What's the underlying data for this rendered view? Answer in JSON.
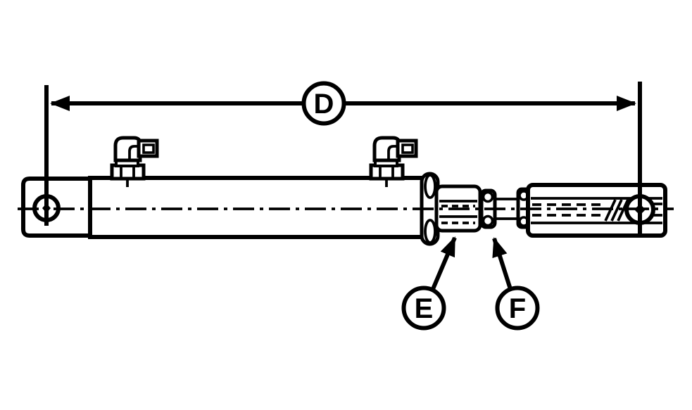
{
  "diagram": {
    "background_color": "#ffffff",
    "line_color": "#000000",
    "callouts": {
      "d": {
        "label": "D"
      },
      "e": {
        "label": "E"
      },
      "f": {
        "label": "F"
      }
    },
    "parts": [
      "mounting-eye",
      "cylinder-barrel",
      "port-fitting-rear",
      "port-fitting-front",
      "gland-cap",
      "gland-nut",
      "lock-ring",
      "piston-rod",
      "rod-ring",
      "rod-end-clevis",
      "pin-hole"
    ]
  }
}
